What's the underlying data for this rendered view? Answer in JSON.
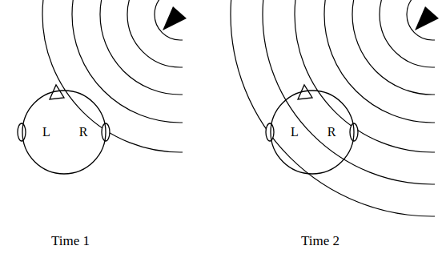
{
  "diagram": {
    "labels": [
      "L",
      "R",
      "L",
      "R",
      "Time 1",
      "Time 2"
    ]
  }
}
